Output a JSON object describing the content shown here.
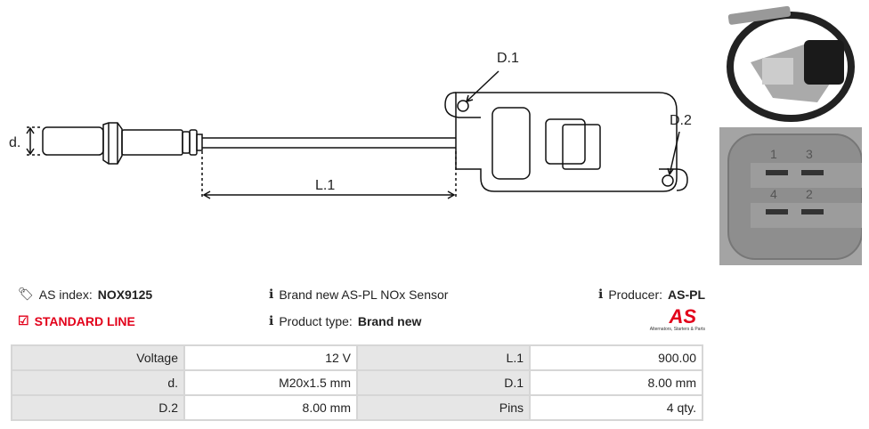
{
  "diagram": {
    "labels": {
      "d": "d.",
      "l1": "L.1",
      "d1": "D.1",
      "d2": "D.2"
    }
  },
  "photo": {
    "pin_numbers": [
      "1",
      "3",
      "4",
      "2"
    ]
  },
  "info": {
    "as_index_label": "AS index:",
    "as_index_value": "NOX9125",
    "standard_line": "STANDARD LINE",
    "description": "Brand new AS-PL NOx Sensor",
    "product_type_label": "Product type:",
    "product_type_value": "Brand new",
    "producer_label": "Producer:",
    "producer_value": "AS-PL",
    "logo_text": "AS",
    "logo_tagline": "Alternators, Starters & Parts"
  },
  "colors": {
    "accent": "#e2001a",
    "label_bg": "#e6e6e6"
  },
  "specs": [
    [
      "Voltage",
      "12 V",
      "L.1",
      "900.00"
    ],
    [
      "d.",
      "M20x1.5 mm",
      "D.1",
      "8.00 mm"
    ],
    [
      "D.2",
      "8.00 mm",
      "Pins",
      "4 qty."
    ]
  ]
}
